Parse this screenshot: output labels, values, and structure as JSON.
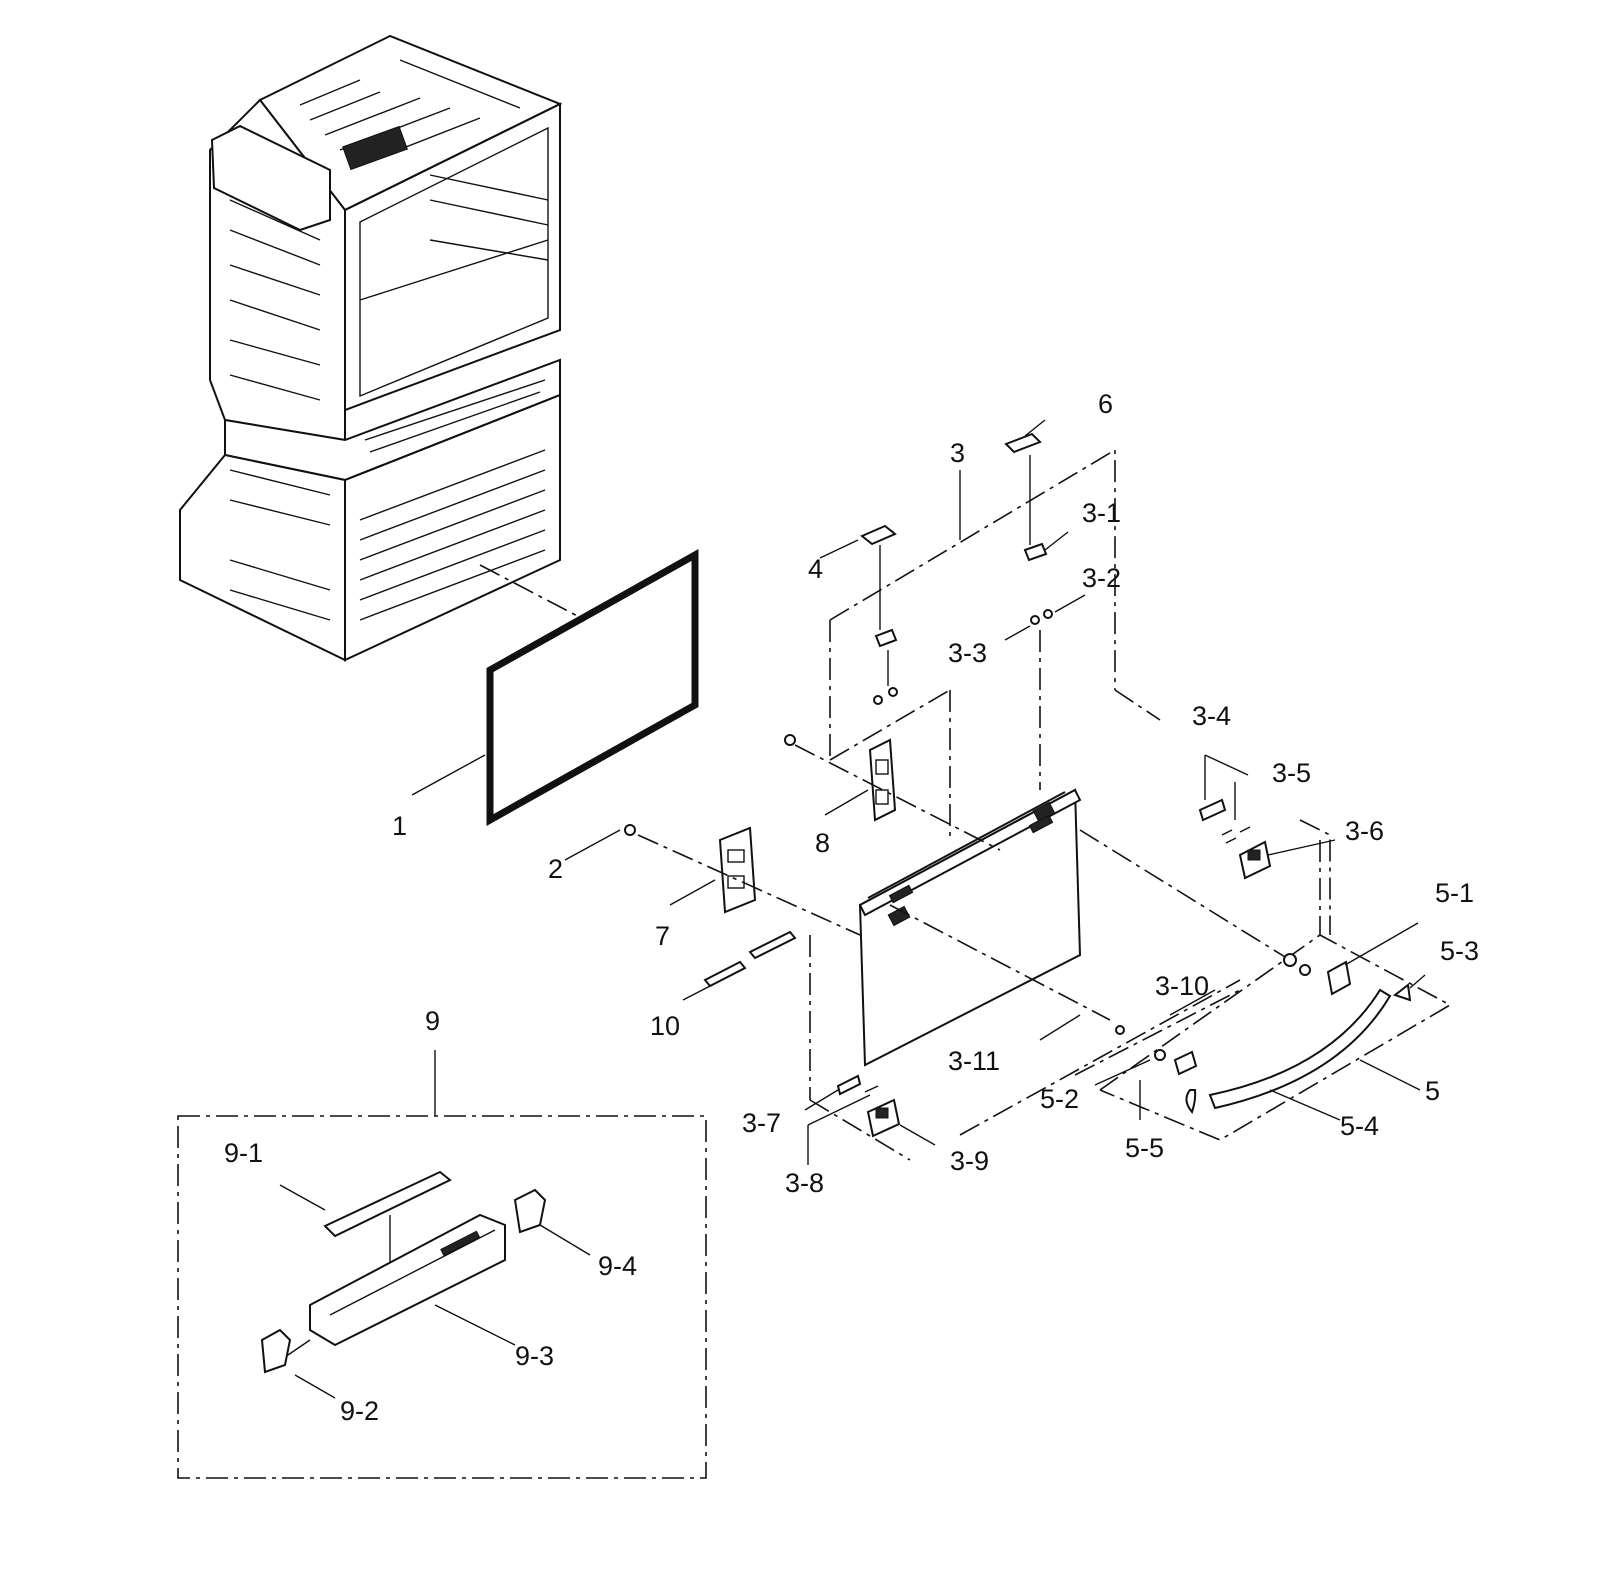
{
  "labels": {
    "p1": "1",
    "p2": "2",
    "p3": "3",
    "p3_1": "3-1",
    "p3_2": "3-2",
    "p3_3": "3-3",
    "p3_4": "3-4",
    "p3_5": "3-5",
    "p3_6": "3-6",
    "p3_7": "3-7",
    "p3_8": "3-8",
    "p3_9": "3-9",
    "p3_10": "3-10",
    "p3_11": "3-11",
    "p4": "4",
    "p5": "5",
    "p5_1": "5-1",
    "p5_2": "5-2",
    "p5_3": "5-3",
    "p5_4": "5-4",
    "p5_5": "5-5",
    "p6": "6",
    "p7": "7",
    "p8": "8",
    "p9": "9",
    "p9_1": "9-1",
    "p9_2": "9-2",
    "p9_3": "9-3",
    "p9_4": "9-4",
    "p10": "10"
  },
  "colors": {
    "ink": "#111111",
    "paper": "#ffffff"
  }
}
